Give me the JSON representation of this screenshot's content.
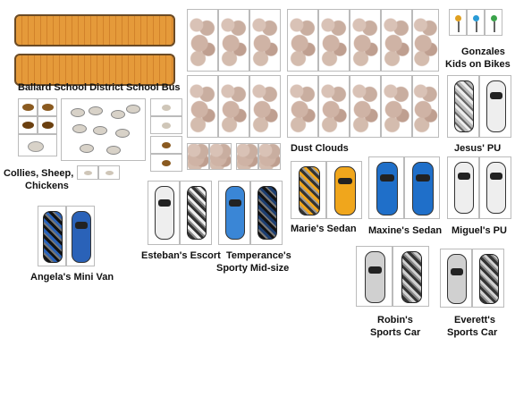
{
  "labels": {
    "bus": "Ballard School District School Bus",
    "bikes_line1": "Gonzales",
    "bikes_line2": "Kids on Bikes",
    "dust": "Dust Clouds",
    "jesus": "Jesus' PU",
    "animals_line1": "Collies, Sheep,",
    "animals_line2": "Chickens",
    "marie": "Marie's Sedan",
    "maxine": "Maxine's Sedan",
    "miguel": "Miguel's PU",
    "esteban": "Esteban's Escort",
    "temperance_line1": "Temperance's",
    "temperance_line2": "Sporty Mid-size",
    "angela": "Angela's Mini Van",
    "robin_line1": "Robin's",
    "robin_line2": "Sports Car",
    "everett_line1": "Everett's",
    "everett_line2": "Sports Car"
  },
  "colors": {
    "bus": "#e59a3a",
    "dust": "#c9aea0",
    "marie_sedan": "#f0a61c",
    "maxine_sedan": "#1f6fc9",
    "angela_van": "#2a62b8",
    "temperance_car": "#3a86d6",
    "white_vehicle": "#eeeeee",
    "silver_sports_car": "#d0d0d0"
  }
}
